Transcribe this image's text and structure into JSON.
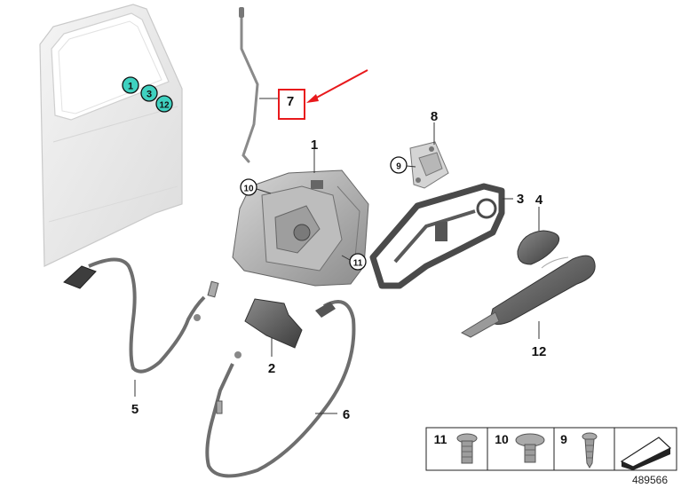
{
  "diagram": {
    "callouts": {
      "c1": "1",
      "c2": "2",
      "c3": "3",
      "c4": "4",
      "c5": "5",
      "c6": "6",
      "c7": "7",
      "c8": "8",
      "c12": "12",
      "circled_10": "10",
      "circled_11": "11",
      "circled_9": "9",
      "door_1": "1",
      "door_3": "3",
      "door_12": "12"
    },
    "legend": {
      "items": [
        {
          "number": "11"
        },
        {
          "number": "10"
        },
        {
          "number": "9"
        }
      ]
    },
    "reference_number": "489566",
    "colors": {
      "highlight_circle": "#3fd1c0",
      "arrow": "#e8191c",
      "box_7": "#e8191c",
      "door_panel": "#ececec",
      "parts_dark": "#4a4a4a"
    }
  }
}
